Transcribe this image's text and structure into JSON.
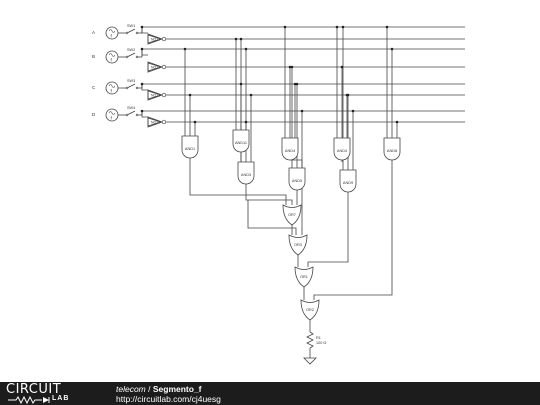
{
  "inputs": [
    {
      "label": "A",
      "switch": "SW1",
      "inverter": "NOT1"
    },
    {
      "label": "B",
      "switch": "SW2",
      "inverter": "NOT2"
    },
    {
      "label": "C",
      "switch": "SW3",
      "inverter": "NOT3"
    },
    {
      "label": "D",
      "switch": "SW4",
      "inverter": "NOT4"
    }
  ],
  "and_gates": [
    "AND1",
    "AND11",
    "AND4",
    "AND4",
    "AND8",
    "AND3",
    "AND5",
    "AND9"
  ],
  "or_gates": [
    "OR7",
    "OR3",
    "OR1",
    "OR2"
  ],
  "resistor": {
    "name": "R1",
    "value": "100 Ω"
  },
  "source_symbol": "f",
  "footer": {
    "logo_word": "CIRCUIT",
    "logo_sub": "LAB",
    "owner": "telecom",
    "separator": " / ",
    "circuit_name": "Segmento_f",
    "url": "http://circuitlab.com/cj4uesg"
  },
  "colors": {
    "wire": "#444444",
    "footer_bg": "#1c1c1c",
    "footer_text": "#ffffff"
  }
}
